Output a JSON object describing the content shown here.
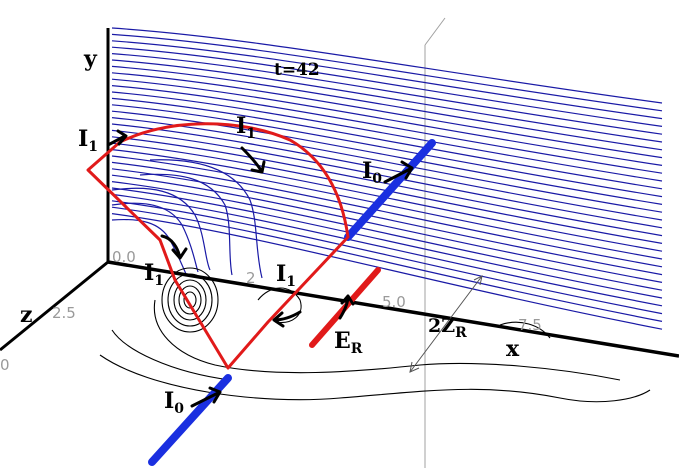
{
  "time_label": "t=42",
  "axes": {
    "y": "y",
    "z": "z",
    "x": "x"
  },
  "ticks": {
    "zero_vertical": "0.0",
    "z_2_5": "2.5",
    "z_0": "0",
    "x_2": "2",
    "x_5_0": "5.0",
    "x_7_5": "7.5"
  },
  "currents": {
    "i1_top_left": {
      "main": "I",
      "sub": "1"
    },
    "i1_top": {
      "main": "I",
      "sub": "1"
    },
    "i0_upper": {
      "main": "I",
      "sub": "0"
    },
    "i1_mid_left": {
      "main": "I",
      "sub": "1"
    },
    "i1_lower": {
      "main": "I",
      "sub": "1"
    },
    "i0_lower": {
      "main": "I",
      "sub": "0"
    }
  },
  "er_label": {
    "main": "E",
    "sub": "R"
  },
  "zr_label": {
    "main": "2Z",
    "sub": "R"
  },
  "colors": {
    "field_lines": "#1a1aa6",
    "current_loop": "#e11a1a",
    "beam": "#1a2fe0",
    "contours": "#000000",
    "box": "#9a9a9a"
  }
}
